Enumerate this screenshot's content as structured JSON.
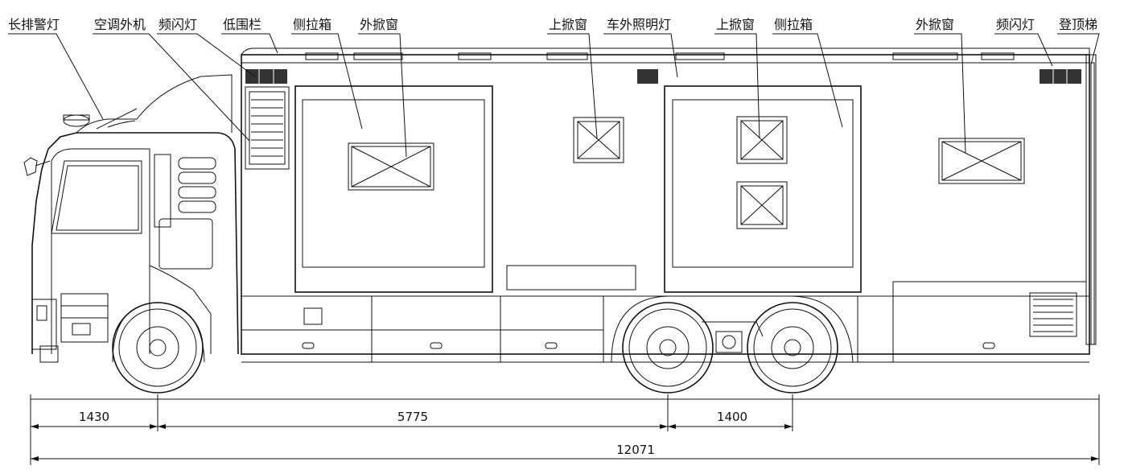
{
  "callouts": {
    "long_warning_light": "长排警灯",
    "ac_outdoor_unit": "空调外机",
    "strobe_light_front": "频闪灯",
    "low_guardrail": "低围栏",
    "side_slide_box_front": "侧拉箱",
    "external_window_front": "外掀窗",
    "upper_window_mid": "上掀窗",
    "exterior_light": "车外照明灯",
    "upper_window_rear": "上掀窗",
    "side_slide_box_rear": "侧拉箱",
    "external_window_rear": "外掀窗",
    "strobe_light_rear": "频闪灯",
    "roof_ladder": "登顶梯"
  },
  "dimensions": {
    "front_overhang": "1430",
    "wheelbase": "5775",
    "tandem_spacing": "1400",
    "overall_length": "12071"
  }
}
